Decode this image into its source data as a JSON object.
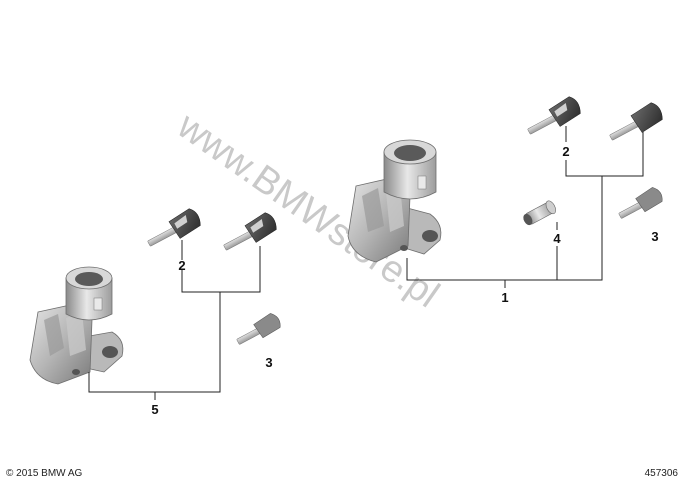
{
  "watermark": "www.BMWstore.pl",
  "copyright": "© 2015 BMW AG",
  "drawing_number": "457306",
  "callouts": {
    "left_assembly": "5",
    "left_key_pair": "2",
    "left_key_single": "3",
    "right_assembly": "1",
    "right_key_pair": "2",
    "right_lock_cylinder": "4",
    "right_key_single": "3"
  },
  "colors": {
    "metal_light": "#d4d4d4",
    "metal_mid": "#a9a9a9",
    "metal_dark": "#6e6e6e",
    "key_black": "#3a3a3a",
    "watermark": "#c9c9c9",
    "lines": "#222222"
  }
}
